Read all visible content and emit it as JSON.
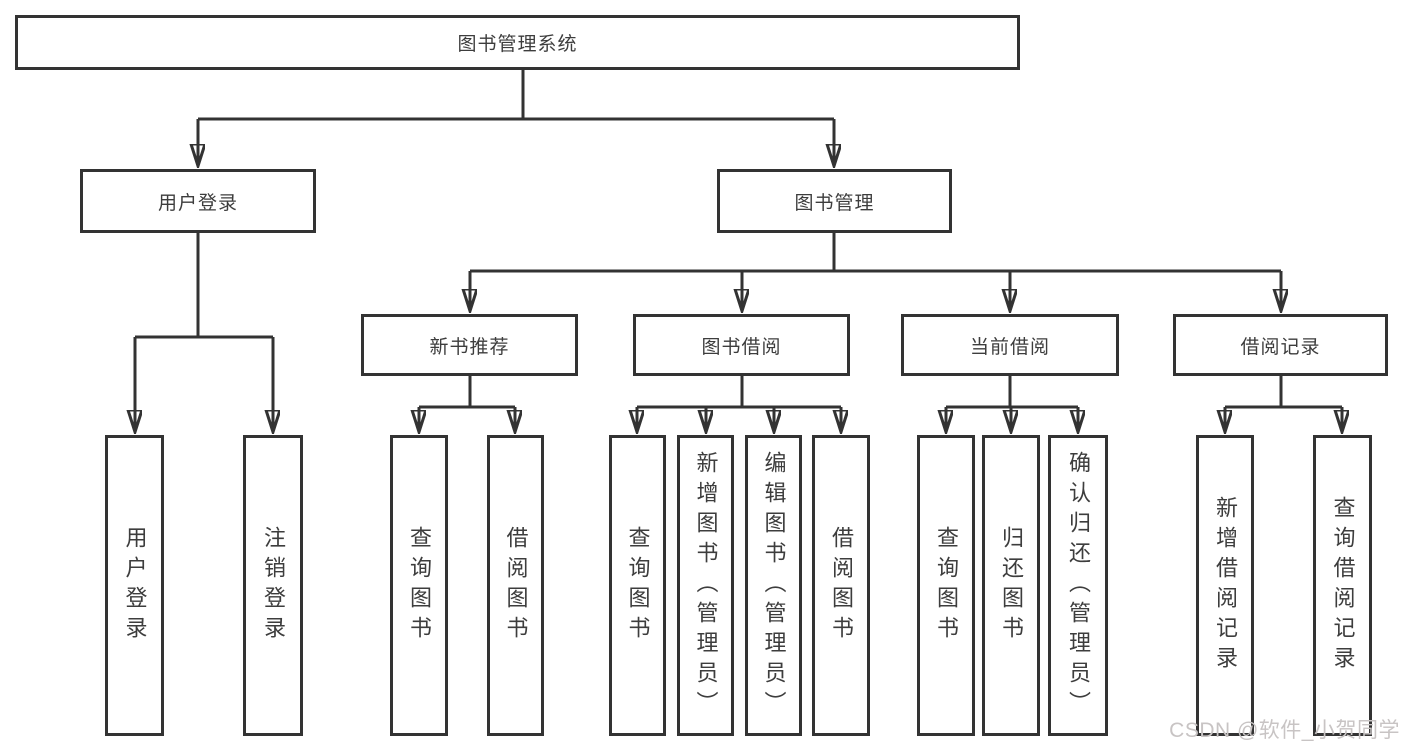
{
  "diagram": {
    "root": "图书管理系统",
    "branches": [
      {
        "label": "用户登录",
        "children": [
          {
            "label": "用户登录"
          },
          {
            "label": "注销登录"
          }
        ]
      },
      {
        "label": "图书管理",
        "children": [
          {
            "label": "新书推荐",
            "children": [
              {
                "label": "查询图书"
              },
              {
                "label": "借阅图书"
              }
            ]
          },
          {
            "label": "图书借阅",
            "children": [
              {
                "label": "查询图书"
              },
              {
                "label": "新增图书（管理员）"
              },
              {
                "label": "编辑图书（管理员）"
              },
              {
                "label": "借阅图书"
              }
            ]
          },
          {
            "label": "当前借阅",
            "children": [
              {
                "label": "查询图书"
              },
              {
                "label": "归还图书"
              },
              {
                "label": "确认归还（管理员）"
              }
            ]
          },
          {
            "label": "借阅记录",
            "children": [
              {
                "label": "新增借阅记录"
              },
              {
                "label": "查询借阅记录"
              }
            ]
          }
        ]
      }
    ]
  },
  "watermark": "CSDN @软件_小贺同学",
  "colors": {
    "line": "#333333",
    "text": "#3d3d3d",
    "watermark": "#c8c4c4",
    "background": "#ffffff"
  }
}
